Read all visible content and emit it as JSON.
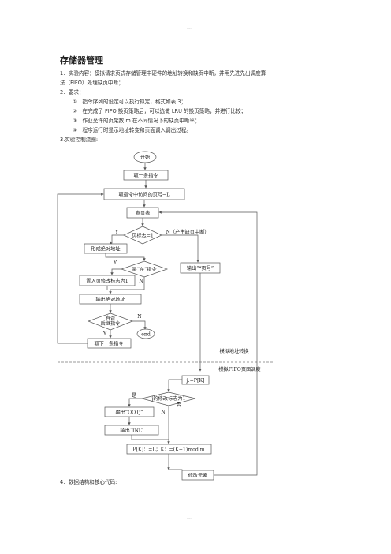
{
  "page": {
    "header_mark": "-----",
    "footer_mark": "-----"
  },
  "title": "存储器管理",
  "intro": {
    "line1": "1．实验内容：模拟请求页式存储管理中硬件的地址转换和缺页中断，并用先进先出调度算",
    "line2": "法（FIFO）处理缺页中断；",
    "req": "2．要求：",
    "items": [
      "①　指令序列的设定可以执行拟定，格式如表 3；",
      "②　在完成了 FIFO 换页策略后，可以选做 LRU 的换页策略，并进行比较；",
      "③　作业允许的页架数 m 在不同情况下的缺页中断率；",
      "④　程序运行时显示地址转变和页面调入调出过程。"
    ],
    "flow_caption": "3.实验控制流图:"
  },
  "flow": {
    "start": "开始",
    "fetch": "取一条指令",
    "page_no": "取指令中访问的页号→L",
    "lookup": "查页表",
    "flag_cond": "页标志=1",
    "yes": "Y",
    "no_fault": "N（产生缺页中断）",
    "abs_addr": "形成绝对地址",
    "store_cond": "是“存”指令",
    "yes2": "Y",
    "no2": "N",
    "output_page": "输出“*页号”",
    "set_modify": "置入页修改标志为1",
    "output_abs": "输出绝对地址",
    "next_cond_1": "有否",
    "next_cond_2": "后继指令",
    "no3": "N",
    "yes3": "Y",
    "end": "end",
    "fetch_next": "取下一条指令",
    "label_addr": "模拟地址转换",
    "label_fifo": "模拟FIFO页面调度",
    "j_assign": "j:=P[K]",
    "modify_cond": "j的修改标志为1",
    "yes4": "是",
    "no4": "否",
    "n4": "N",
    "out_ootj": "输出“OOTj”",
    "out_inl": "输出“INL”",
    "update_pk": "P[K]：=L；K：=(K+1)mod m",
    "modify_elem": "修改元素"
  },
  "section4": "4．数据结构和核心代码:"
}
